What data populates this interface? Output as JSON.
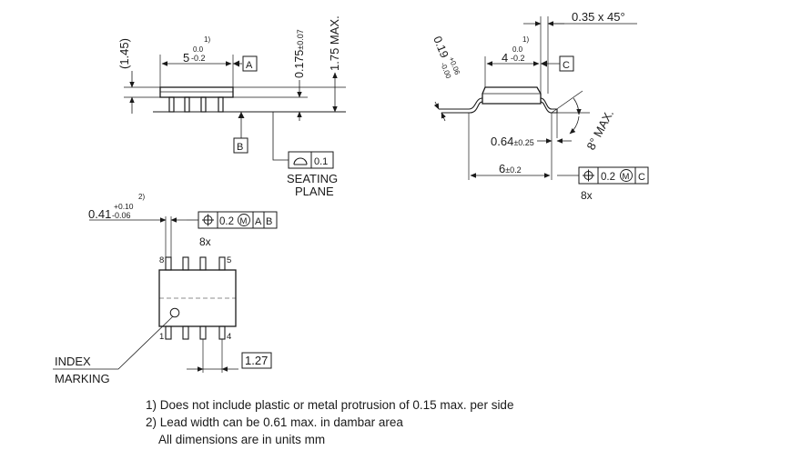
{
  "side_view": {
    "dim_145": "(1.45)",
    "dim_5": "5",
    "dim_5_tol_upper": "0.0",
    "dim_5_tol_lower": "-0.2",
    "dim_5_note": "1)",
    "datum_a": "A",
    "datum_b": "B",
    "dim_0175": "0.175",
    "dim_0175_tol": "±0.07",
    "dim_175max": "1.75 MAX.",
    "flatness_value": "0.1",
    "seating_plane": [
      "SEATING",
      "PLANE"
    ]
  },
  "end_view": {
    "chamfer": "0.35 x 45°",
    "dim_4": "4",
    "dim_4_tol_upper": "0.0",
    "dim_4_tol_lower": "-0.2",
    "dim_4_note": "1)",
    "datum_c": "C",
    "dim_019": "0.19",
    "dim_019_tol_upper": "+0.06",
    "dim_019_tol_lower": "-0.00",
    "dim_064": "0.64",
    "dim_064_tol": "±0.25",
    "angle": "8° MAX.",
    "dim_6": "6",
    "dim_6_tol": "±0.2",
    "fcf_value": "0.2",
    "fcf_mod": "M",
    "fcf_datum": "C",
    "fcf_count": "8x"
  },
  "top_view": {
    "dim_041": "0.41",
    "dim_041_tol_upper": "+0.10",
    "dim_041_tol_lower": "-0.06",
    "dim_041_note": "2)",
    "fcf_value": "0.2",
    "fcf_mod": "M",
    "fcf_datum_1": "A",
    "fcf_datum_2": "B",
    "fcf_count": "8x",
    "pin_8": "8",
    "pin_5": "5",
    "pin_1": "1",
    "pin_4": "4",
    "pitch": "1.27",
    "index_marking": [
      "INDEX",
      "MARKING"
    ]
  },
  "notes": [
    "1) Does not include plastic or metal protrusion of 0.15 max. per side",
    "2) Lead width can be 0.61 max. in dambar area",
    "All dimensions are in units mm"
  ]
}
